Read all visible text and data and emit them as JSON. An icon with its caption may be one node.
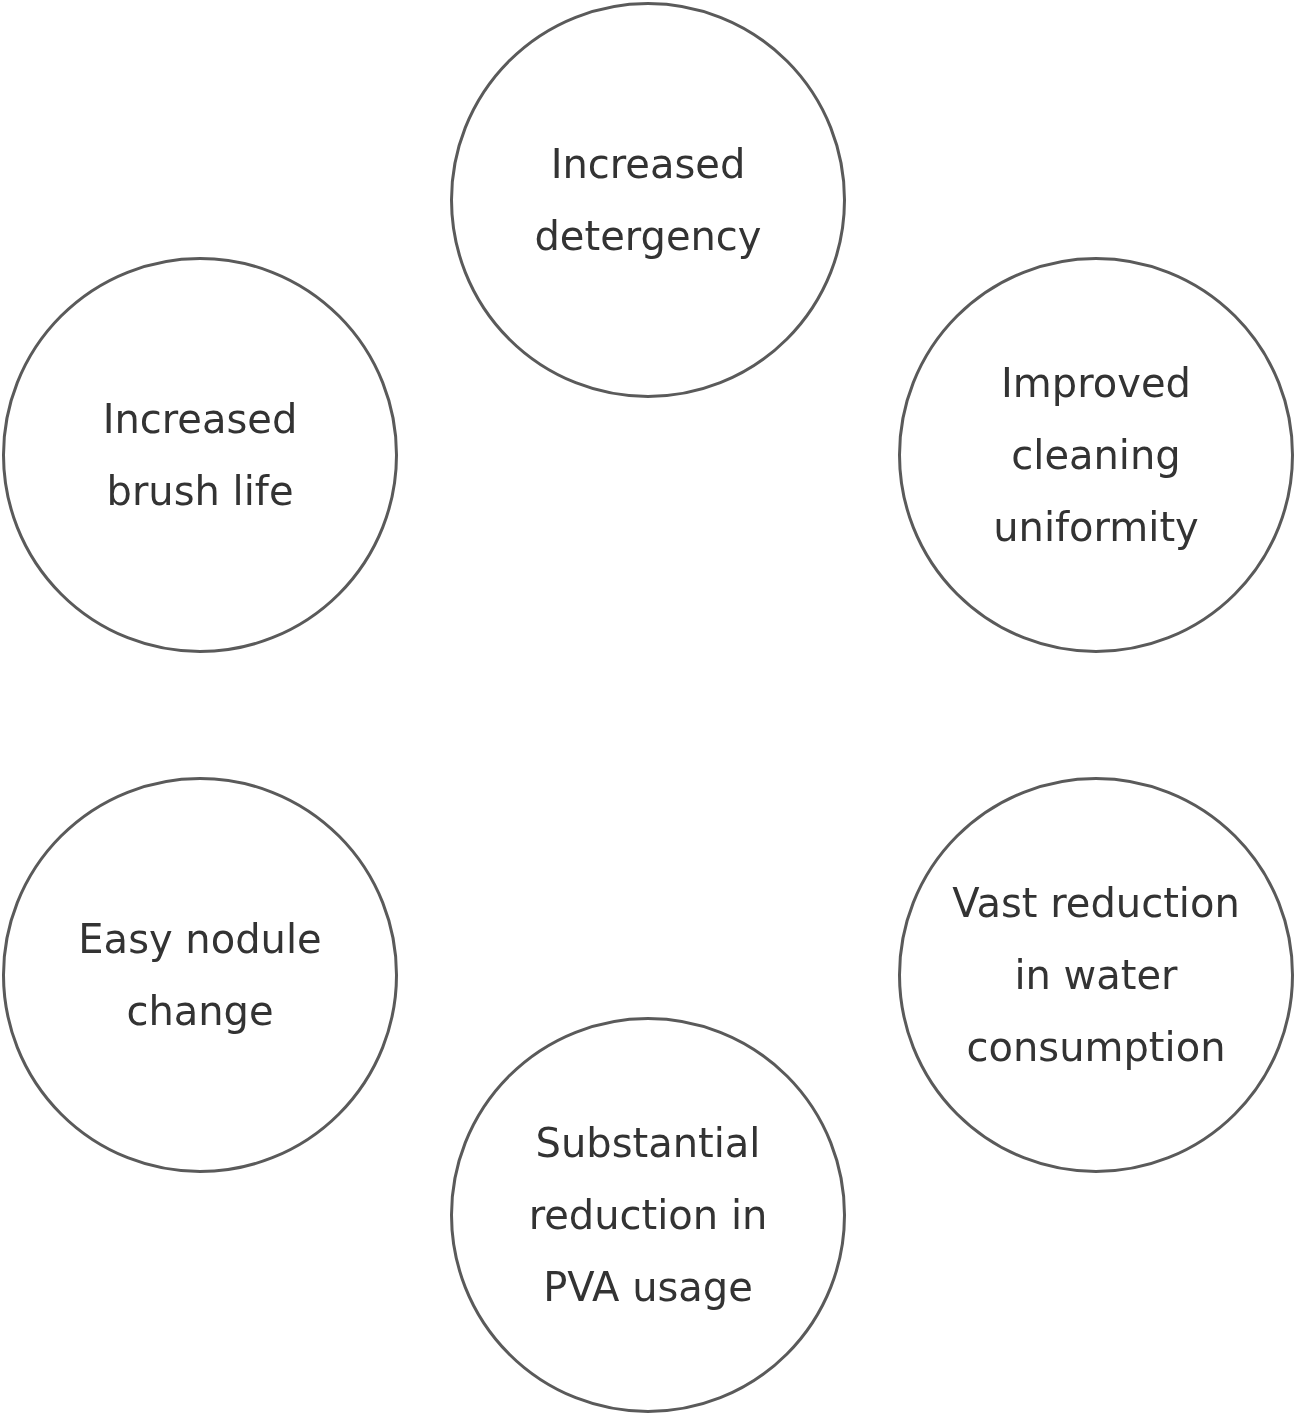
{
  "diagram": {
    "nodes": [
      {
        "text": [
          "Increased detergency"
        ]
      },
      {
        "text": [
          "Increased brush life"
        ]
      },
      {
        "text": [
          "Improved cleaning uniformity"
        ]
      },
      {
        "text": [
          "Easy nodule change"
        ]
      },
      {
        "text": [
          "Vast reduction in water consumption"
        ]
      },
      {
        "text": [
          "Substantial reduction in PVA usage"
        ]
      }
    ]
  }
}
